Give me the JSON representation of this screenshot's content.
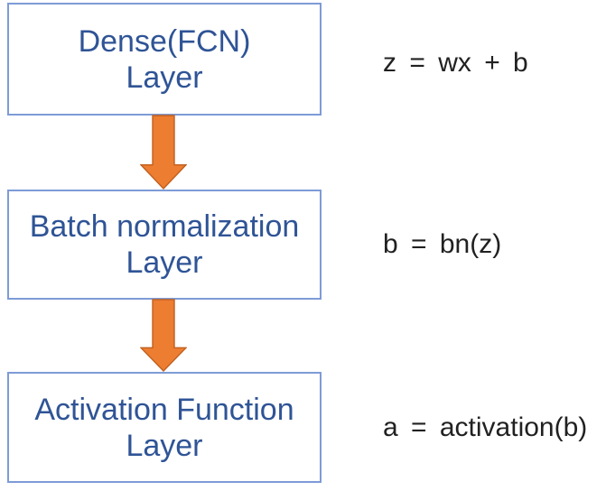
{
  "diagram": {
    "type": "flowchart",
    "orientation": "vertical",
    "colors": {
      "background": "#ffffff",
      "box_border": "#7E9BD7",
      "box_text": "#2F5496",
      "arrow_fill": "#ED7D31",
      "arrow_stroke": "#C0601F",
      "equation_text": "#212121"
    },
    "nodes": [
      {
        "id": "dense-fcn-layer",
        "line1": "Dense(FCN)",
        "line2": "Layer",
        "equation": "z = wx + b"
      },
      {
        "id": "batch-normalization-layer",
        "line1": "Batch normalization",
        "line2": "Layer",
        "equation": "b = bn(z)"
      },
      {
        "id": "activation-function-layer",
        "line1": "Activation Function",
        "line2": "Layer",
        "equation": "a = activation(b)"
      }
    ],
    "connectors": [
      {
        "from": "dense-fcn-layer",
        "to": "batch-normalization-layer",
        "icon": "down-block-arrow"
      },
      {
        "from": "batch-normalization-layer",
        "to": "activation-function-layer",
        "icon": "down-block-arrow"
      }
    ]
  }
}
